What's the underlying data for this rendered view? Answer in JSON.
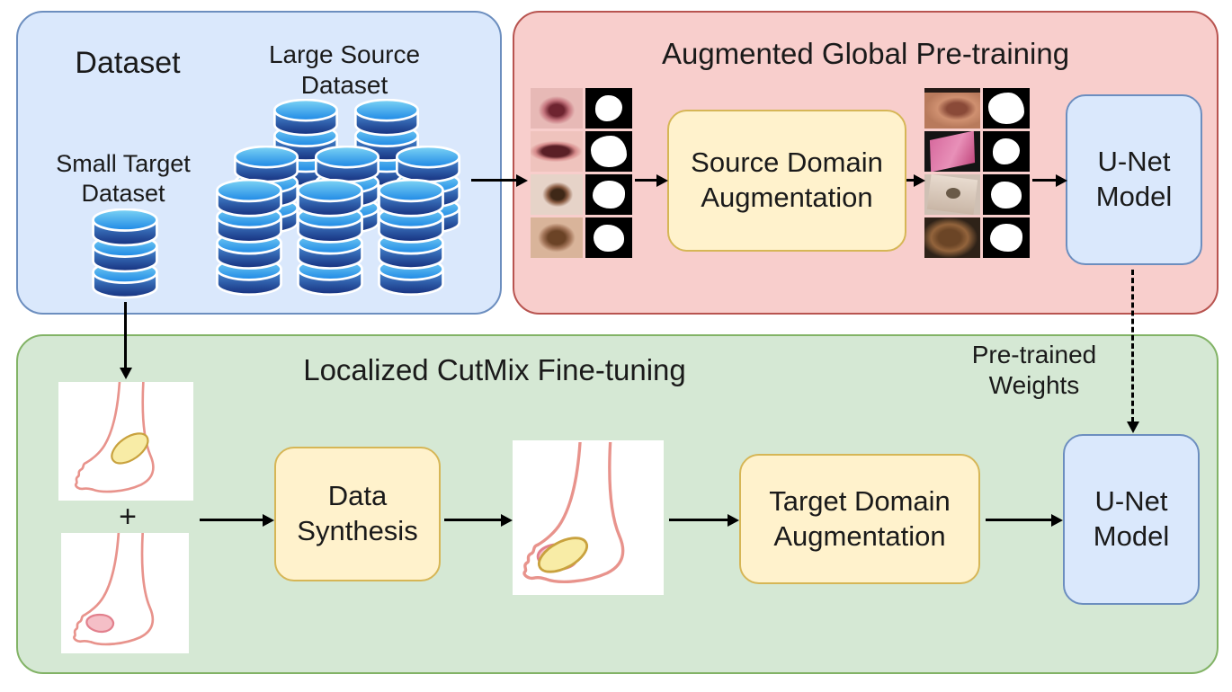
{
  "diagram": {
    "dataset": {
      "title": "Dataset",
      "large_source_label": "Large Source\nDataset",
      "small_target_label": "Small Target\nDataset"
    },
    "pretraining": {
      "title": "Augmented Global Pre-training",
      "source_augmentation_label": "Source Domain\nAugmentation",
      "unet_label": "U-Net\nModel"
    },
    "finetuning": {
      "title": "Localized CutMix Fine-tuning",
      "plus": "+",
      "data_synthesis_label": "Data\nSynthesis",
      "target_augmentation_label": "Target Domain\nAugmentation",
      "unet_label": "U-Net\nModel"
    },
    "pretrained_weights_label": "Pre-trained\nWeights"
  },
  "colors": {
    "dataset_box_bg": "#dae8fc",
    "dataset_box_border": "#6c8ebf",
    "pretraining_box_bg": "#f8cecc",
    "pretraining_box_border": "#b85450",
    "finetuning_box_bg": "#d5e8d4",
    "finetuning_box_border": "#82b366",
    "process_box_bg": "#fff2cc",
    "process_box_border": "#d6b656",
    "unet_box_bg": "#dae8fc",
    "unet_box_border": "#6c8ebf",
    "database_blue_dark": "#16307e",
    "database_blue_light": "#55c0f0",
    "foot_outline_pink": "#e8938c",
    "lesion_yellow": "#f8eca6",
    "lesion_pink": "#f5bfc7"
  }
}
